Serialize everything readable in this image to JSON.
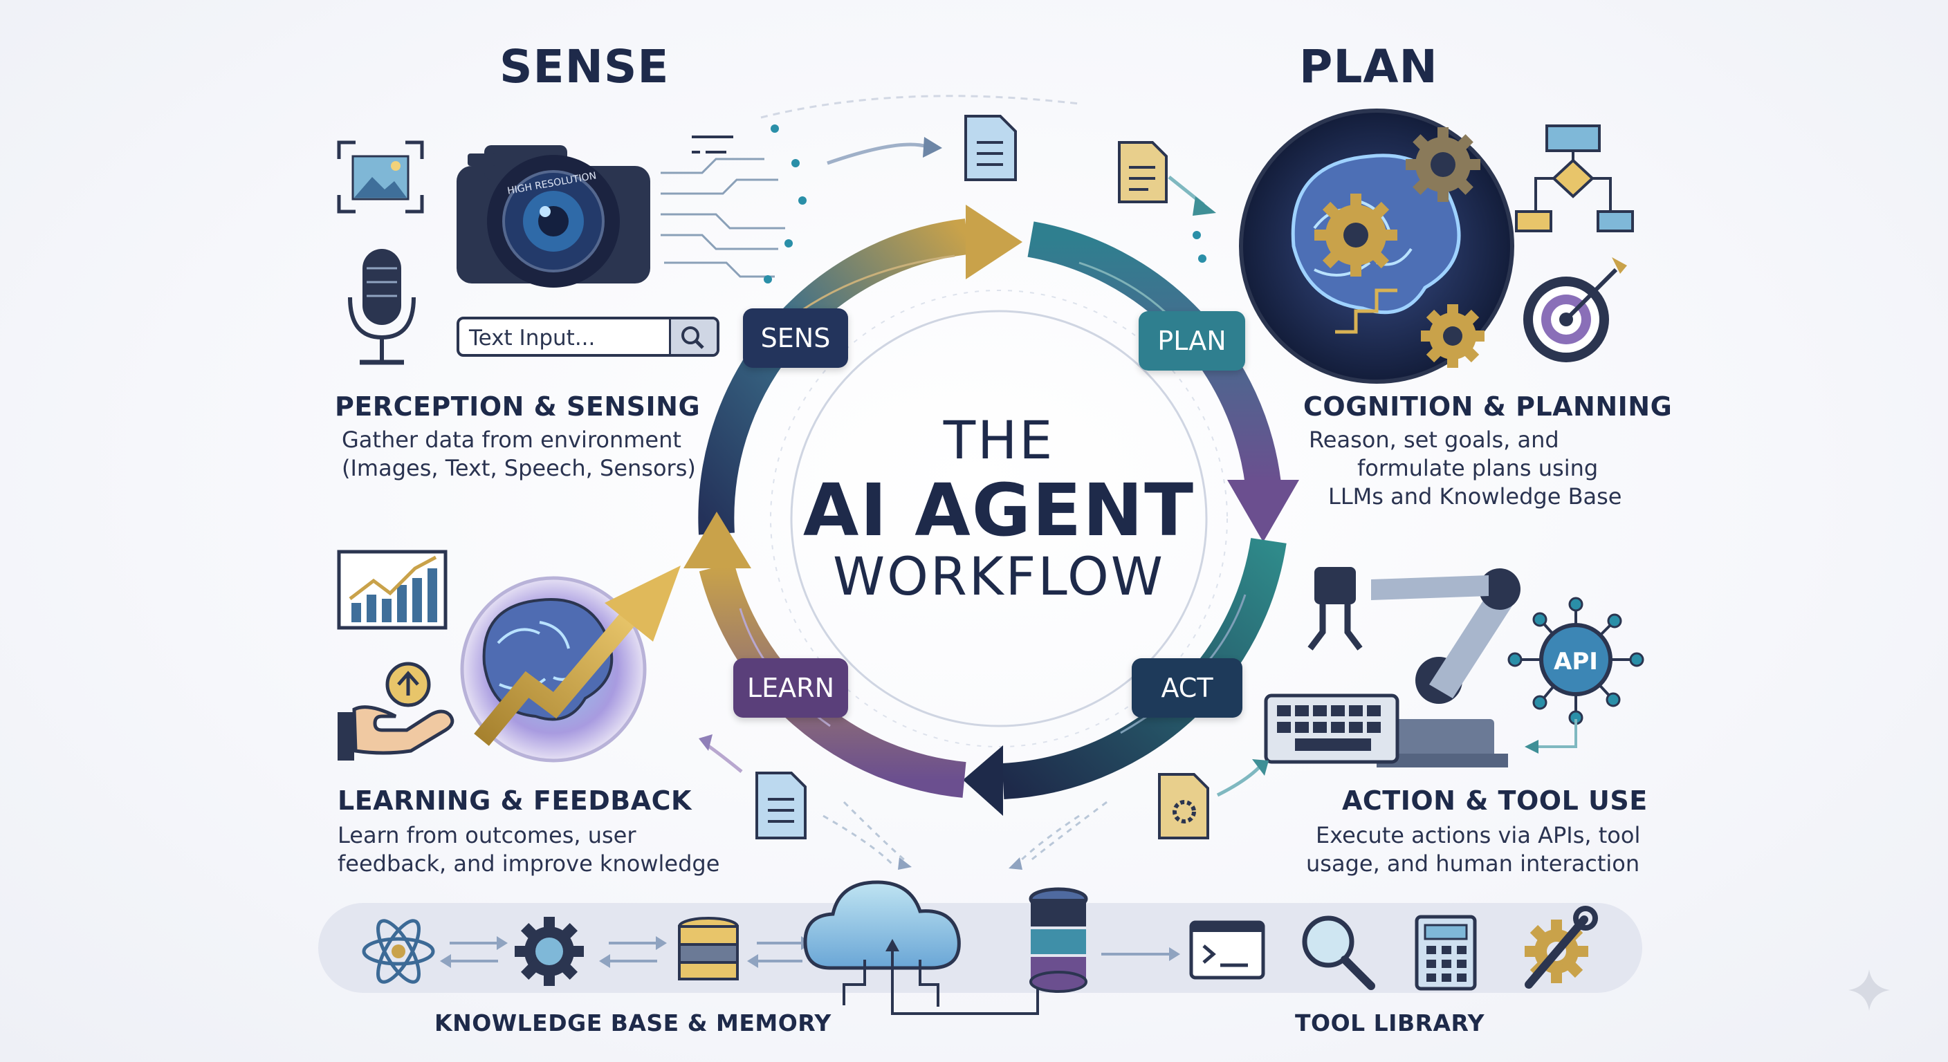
{
  "sections": {
    "sense": {
      "heading": "SENSE",
      "subheading": "PERCEPTION & SENSING",
      "desc": [
        "Gather data from environment",
        "(Images, Text, Speech, Sensors)"
      ]
    },
    "plan": {
      "heading": "PLAN",
      "subheading": "COGNITION & PLANNING",
      "desc": [
        "Reason, set goals, and",
        "formulate plans using",
        "LLMs and Knowledge Base"
      ]
    },
    "learn": {
      "subheading": "LEARNING & FEEDBACK",
      "desc": [
        "Learn from outcomes, user",
        "feedback, and improve knowledge"
      ]
    },
    "act": {
      "subheading": "ACTION & TOOL USE",
      "desc": [
        "Execute actions via APIs, tool",
        "usage, and human interaction"
      ]
    }
  },
  "center_title": {
    "line1": "THE",
    "line2": "AI AGENT",
    "line3": "WORKFLOW"
  },
  "cycle_badges": {
    "sense": "SENS",
    "plan": "PLAN",
    "act": "ACT",
    "learn": "LEARN"
  },
  "text_input": {
    "placeholder": "Text Input..."
  },
  "camera": {
    "ring_text": "HIGH RESOLUTION"
  },
  "api_label": "API",
  "footer": {
    "knowledge": "KNOWLEDGE BASE & MEMORY",
    "tools": "TOOL LIBRARY"
  },
  "colors": {
    "navy": "#1e2a4a",
    "teal": "#2f7f8f",
    "gold": "#c9a24a",
    "purple": "#6b4f8f"
  },
  "icons": [
    "image-frame-icon",
    "camera-icon",
    "microphone-icon",
    "search-icon",
    "document-icon",
    "brain-icon",
    "gear-icon",
    "flowchart-icon",
    "target-icon",
    "chart-icon",
    "hand-upload-icon",
    "robot-arm-icon",
    "keyboard-icon",
    "api-network-icon",
    "atom-icon",
    "database-icon",
    "cloud-icon",
    "terminal-icon",
    "magnifier-icon",
    "calculator-icon",
    "wrench-gear-icon"
  ]
}
